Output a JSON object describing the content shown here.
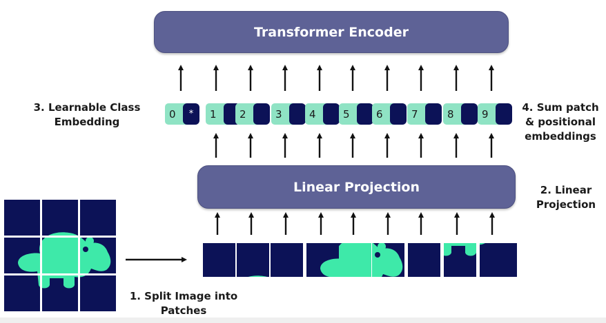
{
  "diagram": {
    "encoder_label": "Transformer Encoder",
    "projection_label": "Linear Projection",
    "steps": {
      "split": "1. Split Image into Patches",
      "linear": "2. Linear Projection",
      "class": "3. Learnable Class Embedding",
      "sum": "4. Sum patch & positional embeddings"
    },
    "tokens": [
      {
        "pos": "0",
        "emb": "*"
      },
      {
        "pos": "1",
        "emb": ""
      },
      {
        "pos": "2",
        "emb": ""
      },
      {
        "pos": "3",
        "emb": ""
      },
      {
        "pos": "4",
        "emb": ""
      },
      {
        "pos": "5",
        "emb": ""
      },
      {
        "pos": "6",
        "emb": ""
      },
      {
        "pos": "7",
        "emb": ""
      },
      {
        "pos": "8",
        "emb": ""
      },
      {
        "pos": "9",
        "emb": ""
      }
    ],
    "colors": {
      "block": "#5e6296",
      "patch": "#0c1257",
      "shape": "#3ee9a9",
      "position": "#8fe3c4",
      "embedding": "#0c1257"
    }
  }
}
